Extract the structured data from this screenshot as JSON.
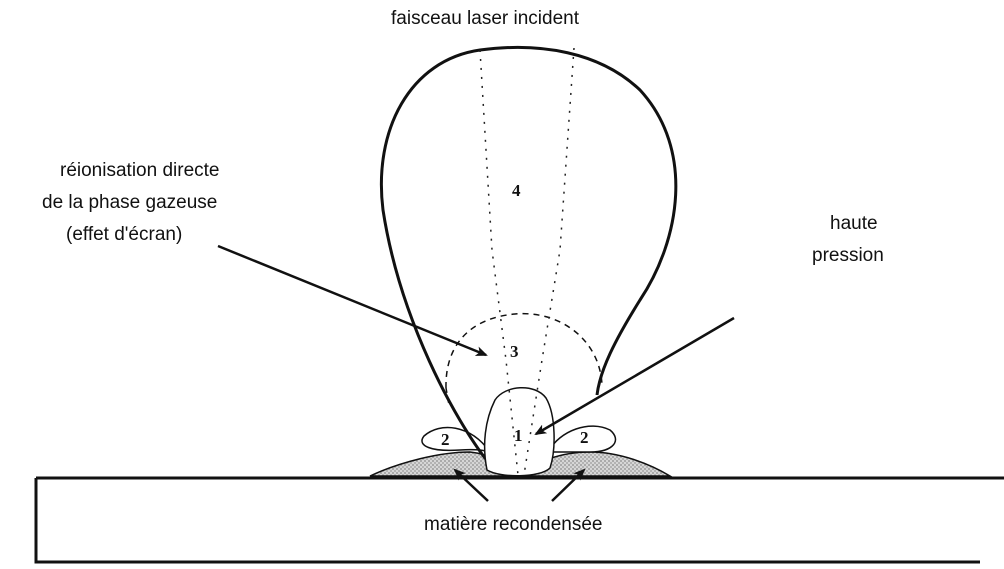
{
  "labels": {
    "beam": "faisceau laser incident",
    "reionisation_line1": "réionisation directe",
    "reionisation_line2": "de la phase gazeuse",
    "reionisation_line3": "(effet d'écran)",
    "pressure_line1": "haute",
    "pressure_line2": "pression",
    "recondensed": "matière recondensée"
  },
  "regions": {
    "zone_1": "1",
    "zone_2_left": "2",
    "zone_2_right": "2",
    "zone_3": "3",
    "zone_4": "4"
  },
  "colors": {
    "ink": "#111111",
    "recondensed_fill": "#b9b9b9"
  }
}
